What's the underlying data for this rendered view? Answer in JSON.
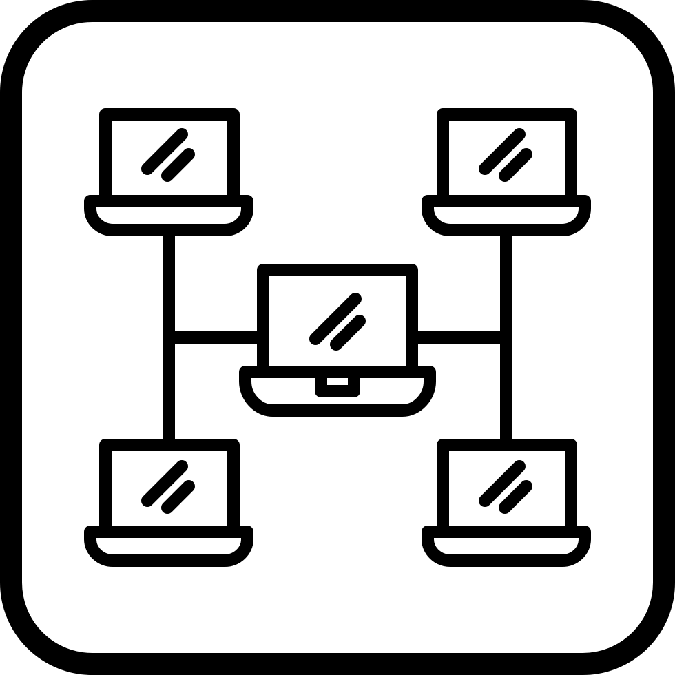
{
  "icon": {
    "name": "network-laptops-icon",
    "style": "outline",
    "stroke_color": "#000000",
    "background_color": "#ffffff",
    "laptops": [
      {
        "name": "laptop-top-left-icon",
        "role": "node"
      },
      {
        "name": "laptop-top-right-icon",
        "role": "node"
      },
      {
        "name": "laptop-center-icon",
        "role": "hub"
      },
      {
        "name": "laptop-bottom-left-icon",
        "role": "node"
      },
      {
        "name": "laptop-bottom-right-icon",
        "role": "node"
      }
    ]
  }
}
